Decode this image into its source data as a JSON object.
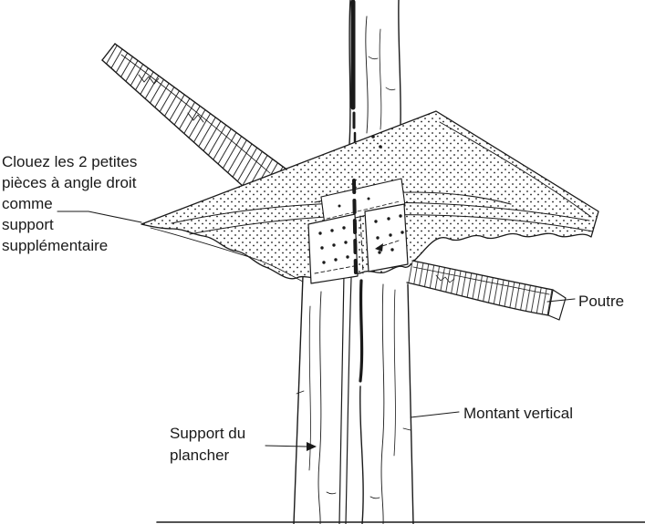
{
  "colors": {
    "background": "#ffffff",
    "ink": "#1a1a1a"
  },
  "annotations": {
    "note": {
      "lines": [
        "Clouez les 2 petites",
        "pièces à angle droit",
        "comme",
        "support",
        "supplémentaire"
      ]
    },
    "poutre": {
      "label": "Poutre"
    },
    "montant_vertical": {
      "label": "Montant vertical"
    },
    "support_plancher": {
      "lines": [
        "Support du",
        "plancher"
      ]
    }
  }
}
